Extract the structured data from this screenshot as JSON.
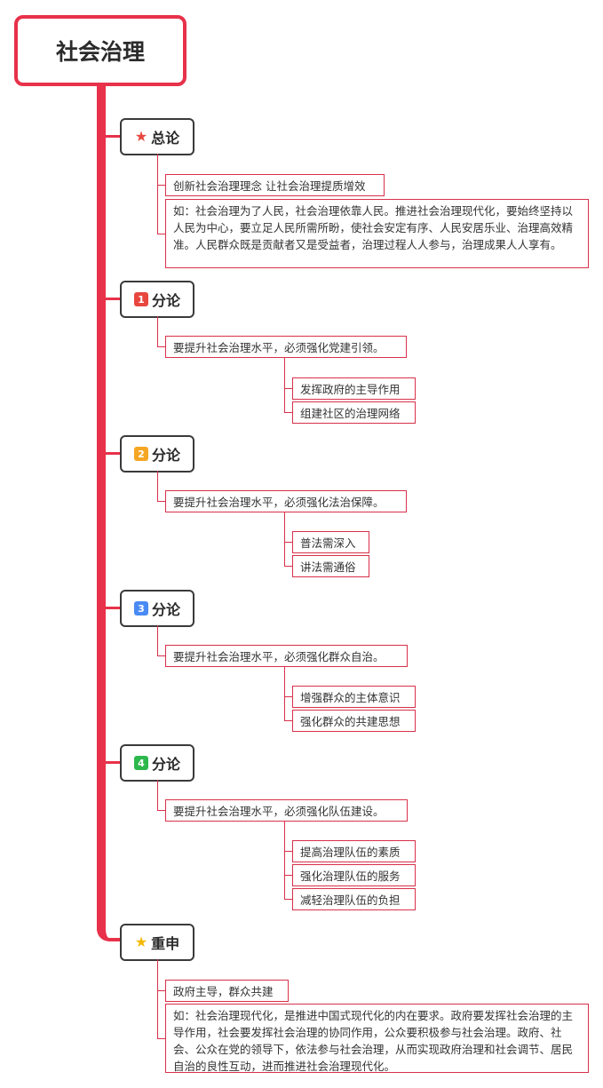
{
  "root": {
    "title": "社会治理"
  },
  "colors": {
    "accent": "#e8314a",
    "badge1": "#e8473f",
    "badge2": "#f5a623",
    "badge3": "#4a8af4",
    "badge4": "#2db84d",
    "star_red": "#e8473f",
    "star_gold": "#f5b800"
  },
  "sections": [
    {
      "icon": "star-icon",
      "label": "总论",
      "items": [
        "创新社会治理理念 让社会治理提质增效",
        "如：社会治理为了人民，社会治理依靠人民。推进社会治理现代化，要始终坚持以人民为中心，要立足人民所需所盼，使社会安定有序、人民安居乐业、治理高效精准。人民群众既是贡献者又是受益者，治理过程人人参与，治理成果人人享有。"
      ]
    },
    {
      "badge": "1",
      "label": "分论",
      "items": [
        "要提升社会治理水平，必须强化党建引领。"
      ],
      "subitems": [
        "发挥政府的主导作用",
        "组建社区的治理网络"
      ]
    },
    {
      "badge": "2",
      "label": "分论",
      "items": [
        "要提升社会治理水平，必须强化法治保障。"
      ],
      "subitems": [
        "普法需深入",
        "讲法需通俗"
      ]
    },
    {
      "badge": "3",
      "label": "分论",
      "items": [
        "要提升社会治理水平，必须强化群众自治。"
      ],
      "subitems": [
        "增强群众的主体意识",
        "强化群众的共建思想"
      ]
    },
    {
      "badge": "4",
      "label": "分论",
      "items": [
        "要提升社会治理水平，必须强化队伍建设。"
      ],
      "subitems": [
        "提高治理队伍的素质",
        "强化治理队伍的服务",
        "减轻治理队伍的负担"
      ]
    },
    {
      "icon": "star-icon",
      "label": "重申",
      "items": [
        "政府主导，群众共建",
        "如：社会治理现代化，是推进中国式现代化的内在要求。政府要发挥社会治理的主导作用，社会要发挥社会治理的协同作用，公众要积极参与社会治理。政府、社会、公众在党的领导下，依法参与社会治理，从而实现政府治理和社会调节、居民自治的良性互动，进而推进社会治理现代化。"
      ]
    }
  ]
}
